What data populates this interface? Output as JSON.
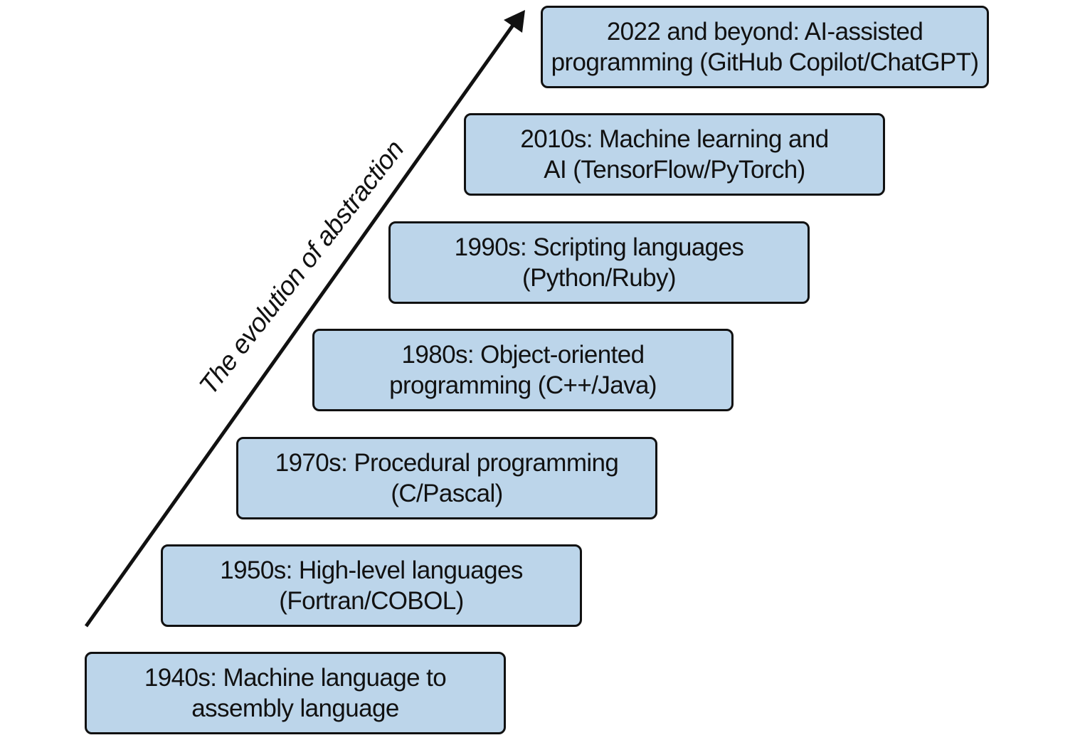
{
  "diagram": {
    "axis_label": "The evolution of abstraction",
    "colors": {
      "box_fill": "#bcd5ea",
      "box_border": "#111111",
      "arrow": "#111111"
    },
    "steps": [
      {
        "line1": "1940s: Machine language to",
        "line2": "assembly language"
      },
      {
        "line1": "1950s: High-level languages",
        "line2": "(Fortran/COBOL)"
      },
      {
        "line1": "1970s: Procedural programming",
        "line2": "(C/Pascal)"
      },
      {
        "line1": "1980s: Object-oriented",
        "line2": "programming (C++/Java)"
      },
      {
        "line1": "1990s: Scripting languages",
        "line2": "(Python/Ruby)"
      },
      {
        "line1": "2010s: Machine learning and",
        "line2": "AI (TensorFlow/PyTorch)"
      },
      {
        "line1": "2022 and beyond: AI-assisted",
        "line2": "programming (GitHub Copilot/ChatGPT)"
      }
    ]
  }
}
